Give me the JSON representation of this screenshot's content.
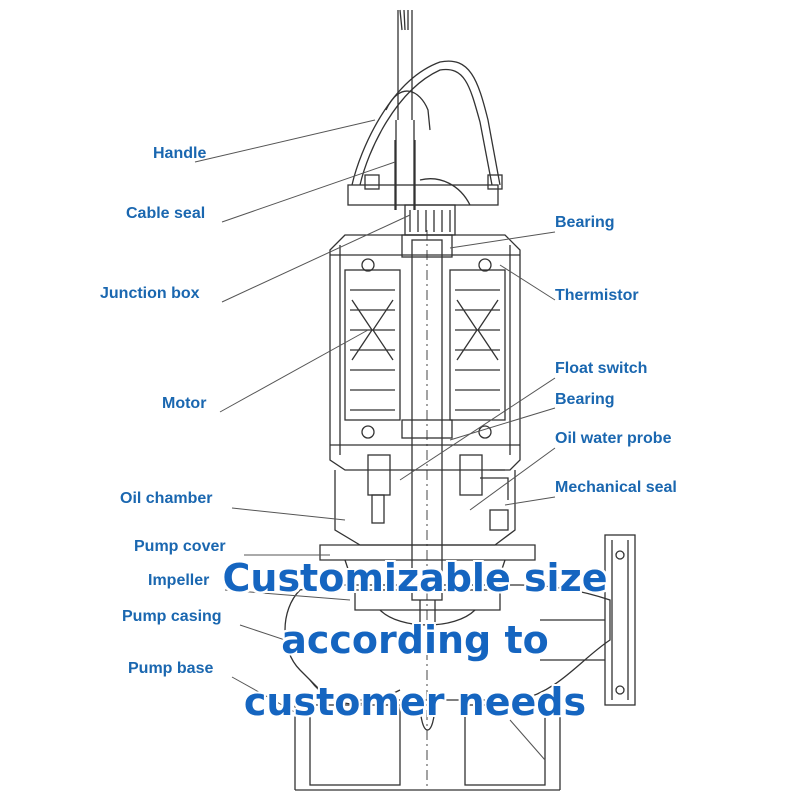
{
  "labels": {
    "handle": "Handle",
    "cable_seal": "Cable seal",
    "junction_box": "Junction box",
    "motor": "Motor",
    "oil_chamber": "Oil chamber",
    "pump_cover": "Pump cover",
    "impeller": "Impeller",
    "pump_casing": "Pump casing",
    "pump_base": "Pump base",
    "bearing_top": "Bearing",
    "thermistor": "Thermistor",
    "float_switch": "Float switch",
    "bearing_bottom": "Bearing",
    "oil_water_probe": "Oil water probe",
    "mechanical_seal": "Mechanical seal"
  },
  "overlay": {
    "line1": "Customizable size",
    "line2": "according to",
    "line3": "customer needs"
  },
  "colors": {
    "label": "#1a67b0",
    "overlay": "#1565c0",
    "line_art": "#333333"
  }
}
